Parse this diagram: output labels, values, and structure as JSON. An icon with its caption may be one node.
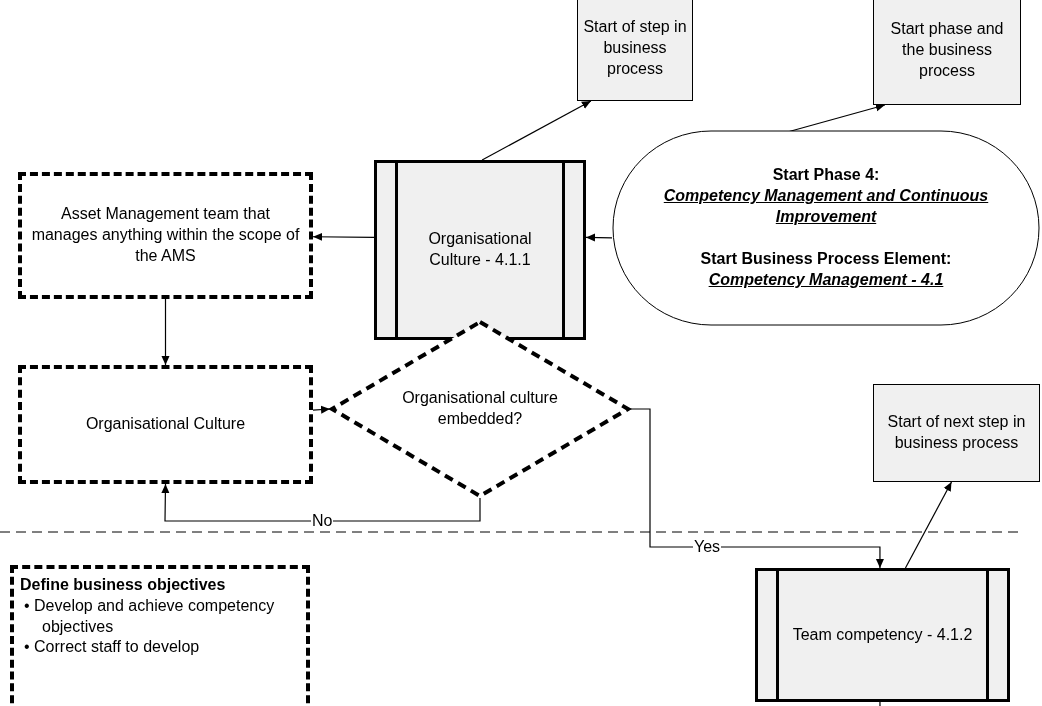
{
  "diagram": {
    "nodes": [
      {
        "text": [
          "Start of step in business process"
        ]
      },
      {
        "text": [
          "Start phase and the business process"
        ]
      },
      {
        "text": [
          "Asset Management team that manages anything within the scope of the AMS"
        ]
      },
      {
        "text": [
          "Organisational Culture - 4.1.1"
        ]
      },
      {
        "text": [
          "Start Phase 4:",
          "Competency Management and Continuous Improvement",
          "Start Business Process Element:",
          "Competency Management - 4.1"
        ]
      },
      {
        "text": [
          "Organisational Culture"
        ]
      },
      {
        "text": [
          "Organisational culture embedded?"
        ]
      },
      {
        "text": [
          "Start of next step in business process"
        ]
      },
      {
        "text": [
          "Team competency - 4.1.2"
        ]
      },
      {
        "text": [
          "Define business objectives",
          "• Develop and achieve competency objectives",
          "• Correct staff to develop"
        ]
      }
    ],
    "edges": [
      {
        "from": 3,
        "to": 0,
        "arrow": "to"
      },
      {
        "from": 4,
        "to": 1,
        "arrow": "to"
      },
      {
        "from": 4,
        "to": 3,
        "arrow": "to"
      },
      {
        "from": 3,
        "to": 2,
        "arrow": "to"
      },
      {
        "from": 2,
        "to": 5,
        "arrow": "to"
      },
      {
        "from": 5,
        "to": 6,
        "arrow": "to"
      },
      {
        "from": 6,
        "to": 5,
        "arrow": "to",
        "label": "No"
      },
      {
        "from": 6,
        "to": 8,
        "arrow": "to",
        "label": "Yes"
      },
      {
        "from": 8,
        "to": 7,
        "arrow": "to"
      },
      {
        "from": 8,
        "to": null,
        "arrow": "none"
      }
    ]
  }
}
